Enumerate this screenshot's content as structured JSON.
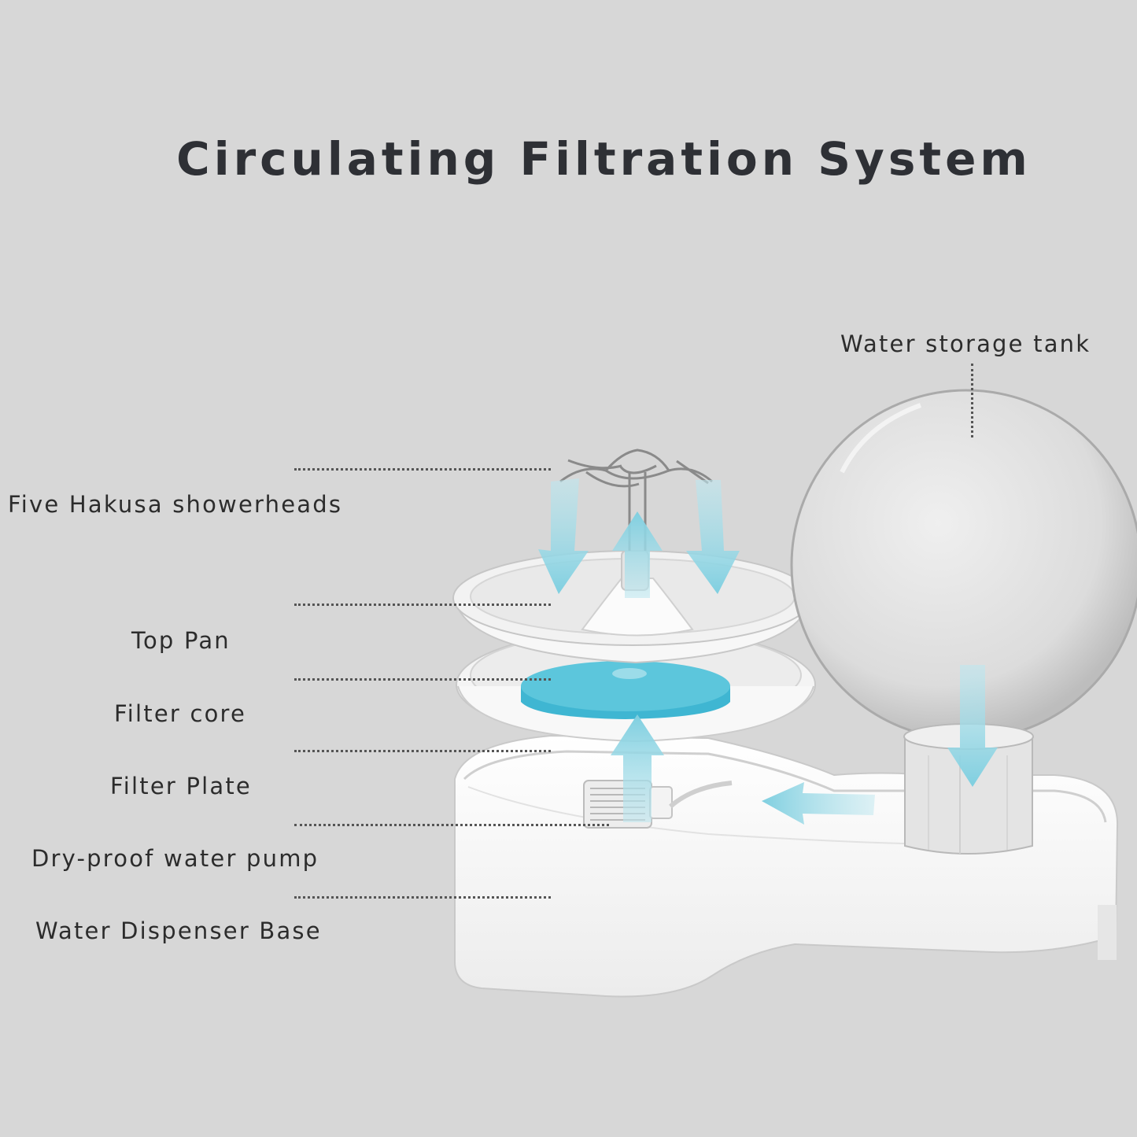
{
  "title": "Circulating Filtration System",
  "labels": {
    "showerheads": "Five Hakusa showerheads",
    "top_pan": "Top Pan",
    "filter_core": "Filter core",
    "filter_plate": "Filter Plate",
    "pump": "Dry-proof water pump",
    "base": "Water Dispenser Base",
    "tank": "Water storage tank"
  },
  "colors": {
    "background": "#d7d7d7",
    "title": "#2e3035",
    "flow_arrow": "#8ed3e0",
    "filter_core": "#5cc6dc",
    "body": "#ffffff"
  }
}
